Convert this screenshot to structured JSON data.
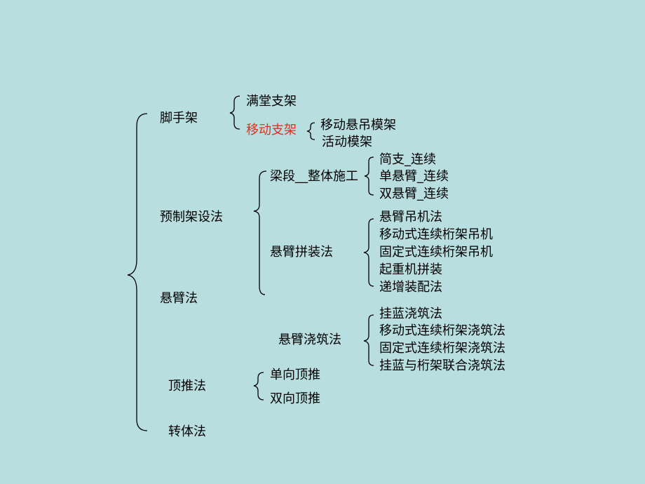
{
  "diagram": {
    "root_branches": {
      "scaffold": "脚手架",
      "prefab": "预制架设法",
      "cantilever": "悬臂法",
      "push": "顶推法",
      "swivel": "转体法"
    },
    "scaffold_children": {
      "full_support": "满堂支架",
      "movable_support": "移动支架"
    },
    "movable_children": {
      "hanging_form": "移动悬吊模架",
      "active_form": "活动模架"
    },
    "prefab_children": {
      "whole_span": "梁段__整体施工",
      "assembly": "悬臂拼装法",
      "casting": "悬臂浇筑法"
    },
    "whole_span_children": {
      "simple": "简支_连续",
      "single_cant": "单悬臂_连续",
      "double_cant": "双悬臂_连续"
    },
    "assembly_children": {
      "crane": "悬臂吊机法",
      "mobile_truss": "移动式连续桁架吊机",
      "fixed_truss": "固定式连续桁架吊机",
      "hoist": "起重机拼装",
      "incremental": "递增装配法"
    },
    "casting_children": {
      "traveler": "挂蓝浇筑法",
      "mobile_cast": "移动式连续桁架浇筑法",
      "fixed_cast": "固定式连续桁架浇筑法",
      "combined": "挂蓝与桁架联合浇筑法"
    },
    "push_children": {
      "one_way": "单向顶推",
      "two_way": "双向顶推"
    },
    "highlight_color": "#e0301e",
    "background_color": "#b8dee0"
  }
}
